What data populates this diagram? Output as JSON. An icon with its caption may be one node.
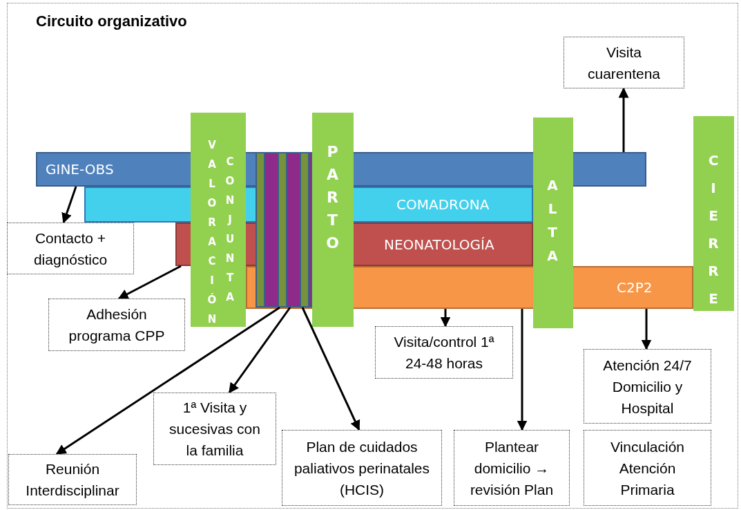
{
  "diagram": {
    "title": "Circuito organizativo",
    "nodes": [
      {
        "text": [
          "GINE-OBS"
        ]
      },
      {
        "text": [
          "COMADRONA"
        ]
      },
      {
        "text": [
          "NEONATOLOGÍA"
        ]
      },
      {
        "text": [
          "C2P2"
        ]
      },
      {
        "text": [
          "VALORACIÓN",
          "CONJUNTA"
        ]
      },
      {
        "text": [],
        "shape": "bar"
      },
      {
        "text": [
          "PARTO"
        ]
      },
      {
        "text": [
          "ALTA"
        ]
      },
      {
        "text": [
          "CIERRE"
        ]
      },
      {
        "text": [
          "Visita cuarentena"
        ]
      },
      {
        "text": [
          "Contacto + diagnóstico"
        ]
      },
      {
        "text": [
          "Adhesión programa CPP"
        ]
      },
      {
        "text": [
          "Visita/control 1ª 24-48 horas"
        ]
      },
      {
        "text": [
          "Atención 24/7 Domicilio y Hospital"
        ]
      },
      {
        "text": [
          "Reunión Interdisciplinar"
        ]
      },
      {
        "text": [
          "1ª Visita y sucesivas con la familia"
        ]
      },
      {
        "text": [
          "Plan de cuidados paliativos perinatales (HCIS)"
        ]
      },
      {
        "text": [
          "Plantear domicilio → revisión Plan"
        ]
      },
      {
        "text": [
          "Vinculación Atención Primaria"
        ]
      }
    ],
    "edges": [
      {
        "from": 0,
        "to": 9,
        "arrow": "to"
      },
      {
        "from": 0,
        "to": 10,
        "arrow": "to"
      },
      {
        "from": 2,
        "to": 11,
        "arrow": "to"
      },
      {
        "from": 5,
        "to": 14,
        "arrow": "to"
      },
      {
        "from": 5,
        "to": 15,
        "arrow": "to"
      },
      {
        "from": 5,
        "to": 16,
        "arrow": "to"
      },
      {
        "from": 3,
        "to": 12,
        "arrow": "to"
      },
      {
        "from": 3,
        "to": 17,
        "arrow": "to"
      },
      {
        "from": 3,
        "to": 13,
        "arrow": "to"
      }
    ]
  }
}
